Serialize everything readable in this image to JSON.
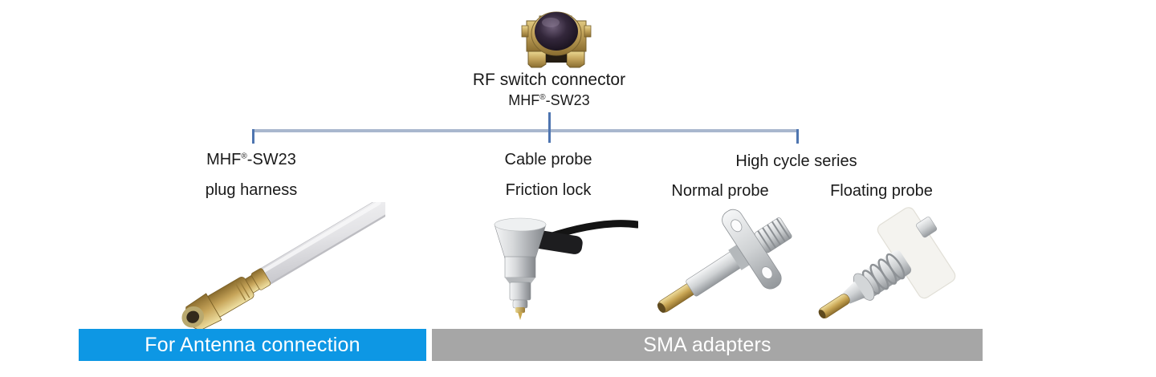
{
  "header": {
    "title": "RF switch connector",
    "model": {
      "pre": "MHF",
      "reg": "®",
      "post": "-SW23"
    },
    "image": "rf-switch-connector-photo"
  },
  "tree": {
    "horizontal_line_color": "#a9b7ce",
    "vertical_line_color": "#4e75b0"
  },
  "branches": {
    "plug_harness": {
      "title": {
        "pre": "MHF",
        "reg": "®",
        "post": "-SW23"
      },
      "subtitle": "plug harness",
      "image": "plug-harness-photo"
    },
    "cable_probe": {
      "title": "Cable probe",
      "subtitle": "Friction lock",
      "image": "cable-probe-photo"
    },
    "high_cycle": {
      "title": "High cycle series",
      "items": [
        {
          "label": "Normal probe",
          "image": "normal-probe-photo"
        },
        {
          "label": "Floating probe",
          "image": "floating-probe-photo"
        }
      ]
    }
  },
  "banners": {
    "antenna": {
      "label": "For Antenna connection",
      "color": "#0d97e4",
      "text_color": "#ffffff"
    },
    "sma": {
      "label": "SMA adapters",
      "color": "#a6a6a6",
      "text_color": "#ffffff"
    }
  }
}
